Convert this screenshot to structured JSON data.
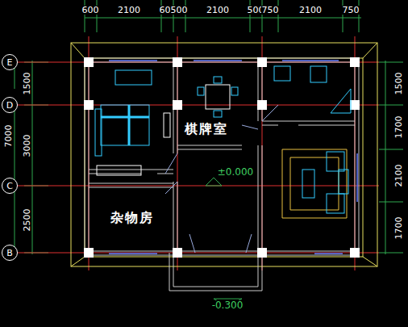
{
  "diagram": {
    "nodes": [
      {
        "text": [
          "E"
        ]
      },
      {
        "text": [
          "D"
        ]
      },
      {
        "text": [
          "C"
        ]
      },
      {
        "text": [
          "B"
        ]
      }
    ],
    "labels": [
      "600",
      "2100",
      "600",
      "500",
      "2100",
      "500",
      "750",
      "2100",
      "750",
      "1500",
      "3000",
      "7000",
      "2500",
      "1500",
      "1700",
      "2100",
      "1700",
      "棋牌室",
      "杂物房",
      "±0.000",
      "-0.300"
    ]
  }
}
